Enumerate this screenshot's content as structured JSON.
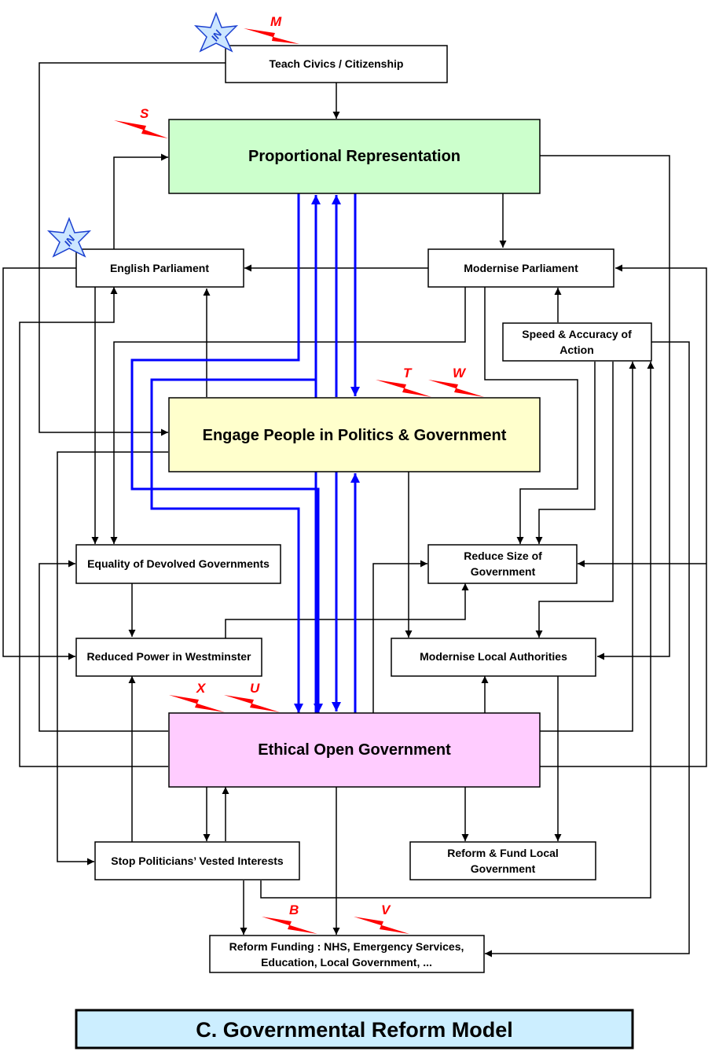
{
  "title": "C. Governmental Reform Model",
  "colors": {
    "pr_fill": "#ccffcc",
    "engage_fill": "#ffffcc",
    "ethical_fill": "#ffccff",
    "title_fill": "#cceeff",
    "blue_arrow": "#0000ff",
    "bolt": "#ff0000",
    "star_fill": "#cce6ff"
  },
  "nodes": {
    "teach_civics": "Teach Civics / Citizenship",
    "proportional_representation": "Proportional Representation",
    "english_parliament": "English Parliament",
    "modernise_parliament": "Modernise Parliament",
    "speed_accuracy": [
      "Speed & Accuracy of",
      "Action"
    ],
    "engage_people": "Engage People in Politics & Government",
    "equality_devolved": "Equality of Devolved Governments",
    "reduce_size": [
      "Reduce Size of",
      "Government"
    ],
    "reduced_power": "Reduced Power in Westminster",
    "modernise_local": "Modernise Local Authorities",
    "ethical_open": "Ethical Open Government",
    "stop_vested": "Stop Politicians’ Vested Interests",
    "reform_fund_local": [
      "Reform & Fund Local",
      "Government"
    ],
    "reform_funding": [
      "Reform Funding : NHS, Emergency Services,",
      "Education, Local Government, ..."
    ]
  },
  "bolt_labels": {
    "m": "M",
    "s": "S",
    "t": "T",
    "w": "W",
    "x": "X",
    "u": "U",
    "b": "B",
    "v": "V"
  },
  "star_labels": {
    "star1": "IN",
    "star2": "IN"
  }
}
